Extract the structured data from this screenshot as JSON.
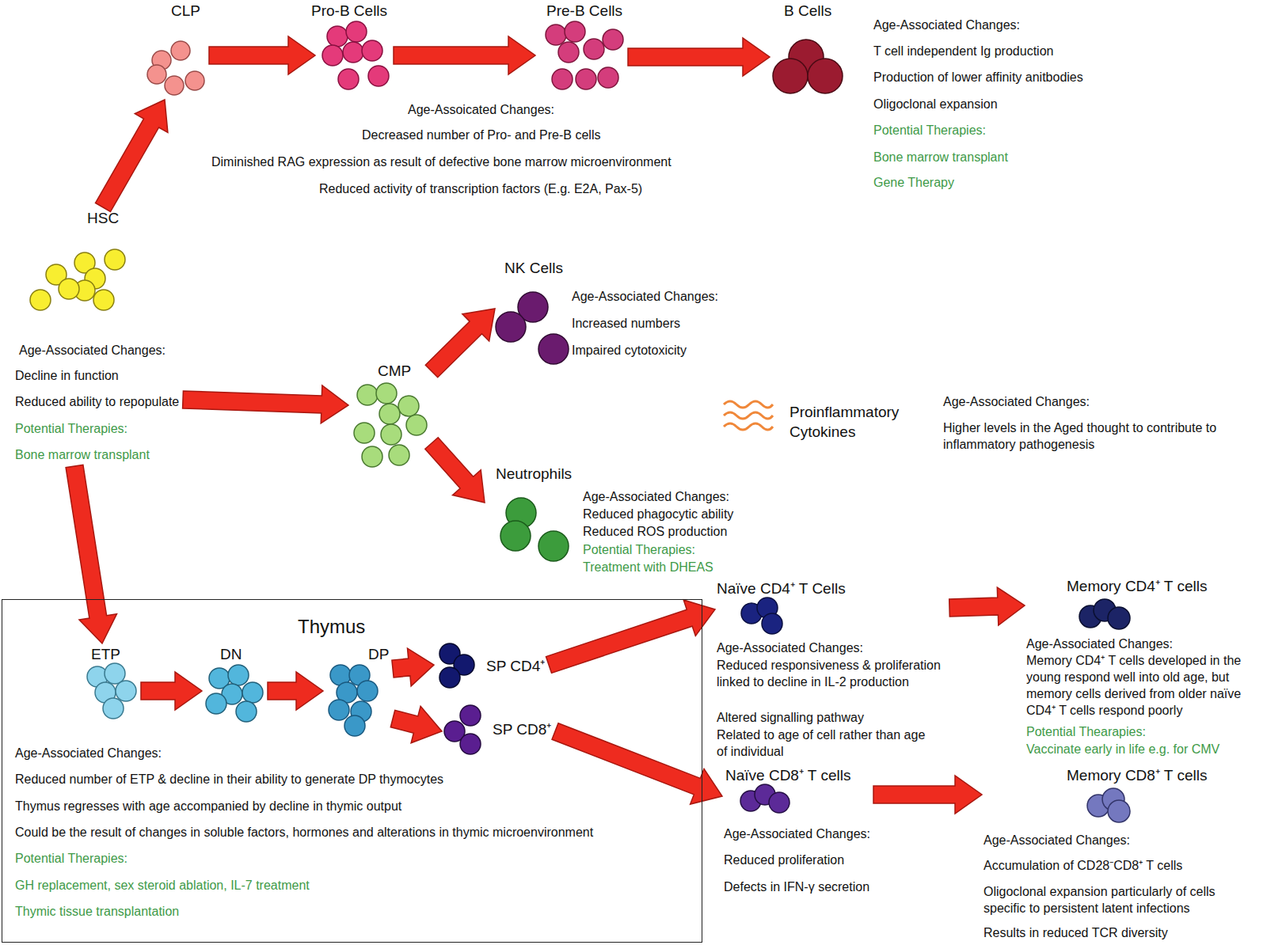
{
  "diagram": {
    "nodes": [
      {
        "text": [
          "CLP"
        ]
      },
      {
        "text": [
          "Pro-B Cells"
        ]
      },
      {
        "text": [
          "Pre-B Cells"
        ]
      },
      {
        "text": [
          "B Cells",
          "Age-Associated Changes:",
          "T cell independent Ig production",
          "Production of lower affinity anitbodies",
          "Oligoclonal expansion",
          "Potential Therapies:",
          "Bone marrow transplant",
          "Gene Therapy"
        ]
      },
      {
        "text": [
          "HSC",
          "Age-Associated Changes:",
          "Decline in function",
          "Reduced ability to repopulate",
          "Potential Therapies:",
          "Bone marrow transplant"
        ]
      },
      {
        "text": [
          "NK Cells",
          "Age-Associated Changes:",
          "Increased numbers",
          "Impaired cytotoxicity"
        ]
      },
      {
        "text": [
          "CMP"
        ]
      },
      {
        "text": [
          "Neutrophils",
          "Age-Associated Changes:",
          "Reduced phagocytic ability",
          "Reduced ROS production",
          "Potential Therapies:",
          "Treatment with DHEAS"
        ]
      },
      {
        "text": [
          "Naïve CD4⁺ T Cells",
          "Age-Associated Changes:",
          "Reduced responsiveness & proliferation linked to decline in IL-2 production",
          "Altered signalling pathway",
          "Related to age of cell rather than age of individual"
        ]
      },
      {
        "text": [
          "Memory CD4⁺ T cells",
          "Age-Associated Changes:",
          "Memory CD4⁺ T cells developed in the young respond well into old age, but memory cells derived from older naïve CD4⁺ T cells respond poorly",
          "Potential Thearapies:",
          "Vaccinate early in life e.g. for CMV"
        ]
      },
      {
        "text": [
          "Thymus",
          "Age-Associated Changes:",
          "Reduced number of ETP & decline in their ability to generate DP thymocytes",
          "Thymus regresses with age accompanied by decline in thymic output",
          "Could be the result of changes in soluble factors, hormones and alterations in thymic microenvironment",
          "Potential Therapies:",
          "GH replacement, sex steroid ablation, IL-7 treatment",
          "Thymic tissue transplantation"
        ]
      },
      {
        "text": [
          "ETP"
        ],
        "in": 10
      },
      {
        "text": [
          "DN"
        ],
        "in": 10
      },
      {
        "text": [
          "DP"
        ],
        "in": 10
      },
      {
        "text": [
          "SP CD4⁺"
        ],
        "in": 10
      },
      {
        "text": [
          "SP CD8⁺"
        ],
        "in": 10
      },
      {
        "text": [
          "Naïve CD8⁺ T cells",
          "Age-Associated Changes:",
          "Reduced proliferation",
          "Defects in IFN-γ secretion"
        ]
      },
      {
        "text": [
          "Memory CD8⁺ T cells",
          "Age-Associated Changes:",
          "Accumulation of CD28⁻CD8⁺ T cells",
          "Oligoclonal expansion particularly of cells specific to persistent latent infections",
          "Results in reduced TCR diversity"
        ]
      }
    ],
    "edges": [
      {
        "from": 4,
        "to": 0,
        "arrow": "to"
      },
      {
        "from": 0,
        "to": 1,
        "arrow": "to"
      },
      {
        "from": 1,
        "to": 2,
        "arrow": "to"
      },
      {
        "from": 2,
        "to": 3,
        "arrow": "to"
      },
      {
        "from": 4,
        "to": 6,
        "arrow": "to"
      },
      {
        "from": 6,
        "to": 5,
        "arrow": "to"
      },
      {
        "from": 6,
        "to": 7,
        "arrow": "to"
      },
      {
        "from": 4,
        "to": 11,
        "arrow": "to"
      },
      {
        "from": 11,
        "to": 12,
        "arrow": "to"
      },
      {
        "from": 12,
        "to": 13,
        "arrow": "to"
      },
      {
        "from": 13,
        "to": 14,
        "arrow": "to"
      },
      {
        "from": 13,
        "to": 15,
        "arrow": "to"
      },
      {
        "from": 14,
        "to": 8,
        "arrow": "to"
      },
      {
        "from": 15,
        "to": 16,
        "arrow": "to"
      },
      {
        "from": 8,
        "to": 9,
        "arrow": "to"
      },
      {
        "from": 16,
        "to": 17,
        "arrow": "to"
      }
    ],
    "labels": [
      "Age-Assoicated Changes:",
      "Decreased number of Pro- and Pre-B cells",
      "Diminished RAG expression as result of defective bone marrow microenvironment",
      "Reduced activity of transcription factors (E.g. E2A, Pax-5)",
      "Proinflammatory Cytokines",
      "Age-Associated Changes:",
      "Higher levels in the Aged thought to contribute to inflammatory pathogenesis"
    ]
  }
}
